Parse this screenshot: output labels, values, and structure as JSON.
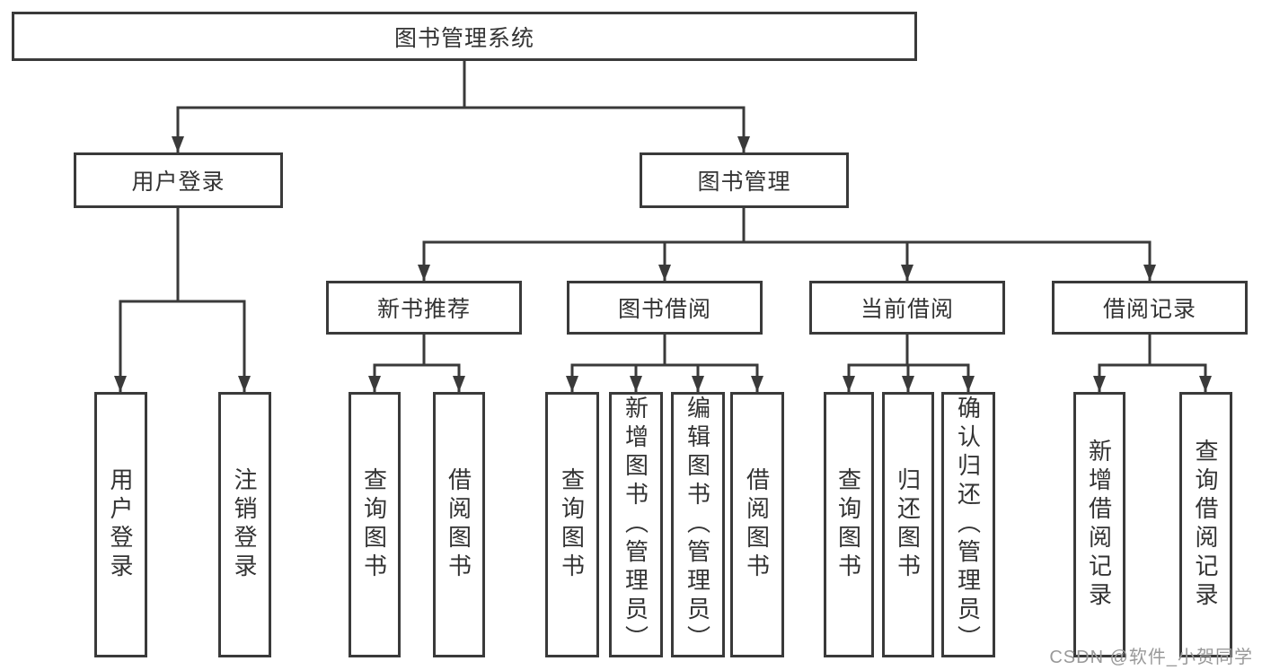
{
  "colors": {
    "background": "#ffffff",
    "line": "#3a3a3a",
    "box_border": "#3a3a3a",
    "text": "#333333",
    "watermark": "#999999"
  },
  "watermark": "CSDN @软件_小贺同学",
  "tree": {
    "label": "图书管理系统",
    "children": [
      {
        "label": "用户登录",
        "children": [
          {
            "label": "用户登录"
          },
          {
            "label": "注销登录"
          }
        ]
      },
      {
        "label": "图书管理",
        "children": [
          {
            "label": "新书推荐",
            "children": [
              {
                "label": "查询图书"
              },
              {
                "label": "借阅图书"
              }
            ]
          },
          {
            "label": "图书借阅",
            "children": [
              {
                "label": "查询图书"
              },
              {
                "label": "新增图书（管理员）"
              },
              {
                "label": "编辑图书（管理员）"
              },
              {
                "label": "借阅图书"
              }
            ]
          },
          {
            "label": "当前借阅",
            "children": [
              {
                "label": "查询图书"
              },
              {
                "label": "归还图书"
              },
              {
                "label": "确认归还（管理员）"
              }
            ]
          },
          {
            "label": "借阅记录",
            "children": [
              {
                "label": "新增借阅记录"
              },
              {
                "label": "查询借阅记录"
              }
            ]
          }
        ]
      }
    ]
  }
}
